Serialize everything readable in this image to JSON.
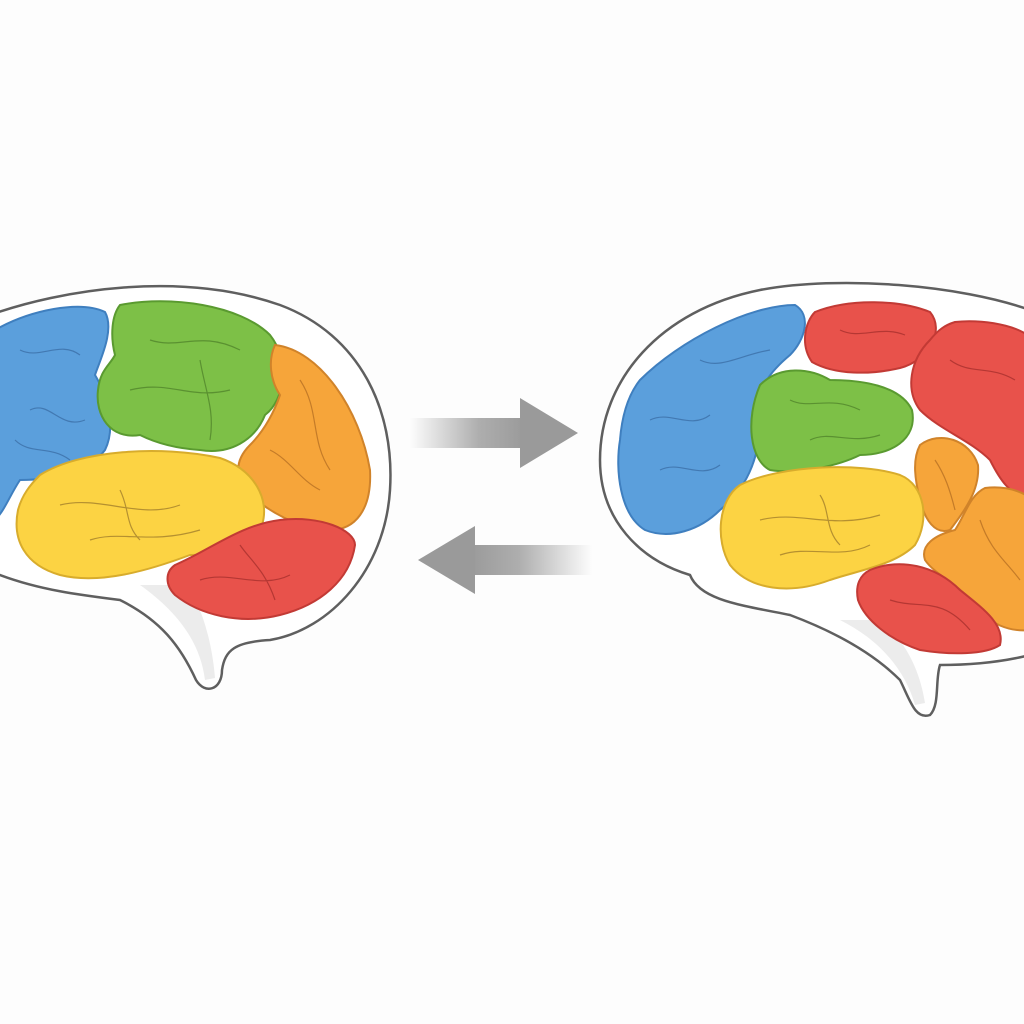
{
  "scene": {
    "background": "#fdfdfd",
    "outline_color": "#5f5f5f",
    "outline_fill": "#ffffff",
    "arrow_color": "#9a9a9a"
  },
  "colors": {
    "blue": "#5b9fdc",
    "green": "#7dc047",
    "orange": "#f6a53a",
    "yellow": "#fcd343",
    "red": "#e8524b"
  },
  "left_brain": {
    "icon": "brain-icon",
    "regions": [
      "blue",
      "green",
      "orange",
      "yellow",
      "red"
    ]
  },
  "right_brain": {
    "icon": "brain-icon",
    "regions": [
      "blue",
      "red",
      "green",
      "red",
      "orange",
      "yellow",
      "orange",
      "red"
    ]
  },
  "arrows": [
    {
      "icon": "arrow-right-icon",
      "direction": "right"
    },
    {
      "icon": "arrow-left-icon",
      "direction": "left"
    }
  ]
}
